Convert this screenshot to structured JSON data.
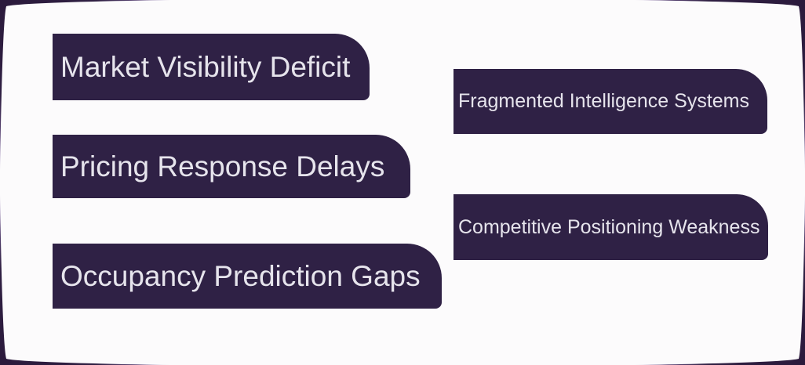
{
  "slide": {
    "colors": {
      "frame_accent": "#2B1A3C",
      "panel_background": "#FCFBFC",
      "box_background": "#2F2145",
      "box_text": "#E6E4EC"
    },
    "left_boxes": [
      {
        "label": "Market Visibility Deficit"
      },
      {
        "label": "Pricing Response Delays"
      },
      {
        "label": "Occupancy Prediction Gaps"
      }
    ],
    "right_boxes": [
      {
        "label": "Fragmented Intelligence Systems"
      },
      {
        "label": "Competitive Positioning Weakness"
      }
    ]
  }
}
